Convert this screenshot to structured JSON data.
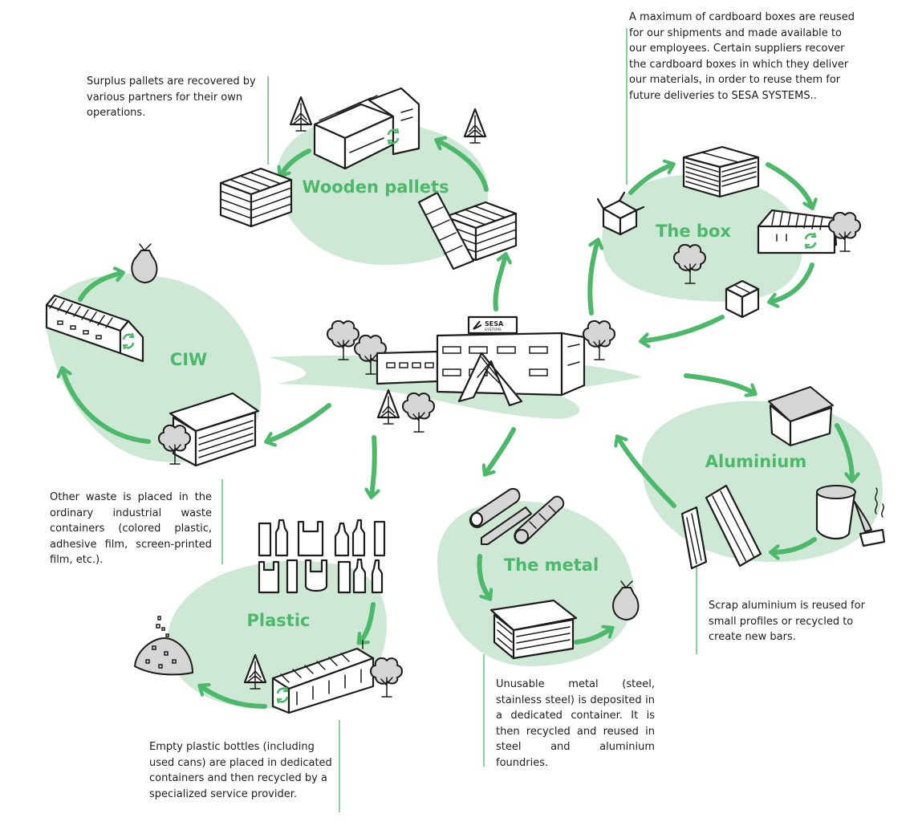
{
  "diagram": {
    "center": {
      "name": "SESA SYSTEMS headquarters",
      "sign_title": "SESA",
      "sign_subtitle": "SYSTEMS"
    },
    "sections": [
      {
        "id": "wooden-pallets",
        "label": "Wooden pallets",
        "description": "Surplus pallets are recovered by various partners for their own operations.",
        "steps": [
          "pallet-stack-icon",
          "recycling-plant-icon",
          "leaning-pallets-icon"
        ]
      },
      {
        "id": "box",
        "label": "The box",
        "description": "A maximum of cardboard boxes are reused for our shipments and made available to our employees. Certain suppliers recover the cardboard boxes in which they deliver our materials, in order to reuse them for future deliveries to SESA SYSTEMS..",
        "steps": [
          "open-box-icon",
          "flattened-cardboard-icon",
          "recycling-plant-icon",
          "closed-box-icon"
        ]
      },
      {
        "id": "ciw",
        "label": "CIW",
        "description": "Other waste is placed in the ordinary industrial waste containers (colored plastic, adhesive film, screen-printed film, etc.).",
        "steps": [
          "waste-container-icon",
          "recycling-plant-icon",
          "trash-bag-icon"
        ]
      },
      {
        "id": "plastic",
        "label": "Plastic",
        "description": "Empty plastic bottles (including used cans) are placed in dedicated containers and then recycled by a specialized service provider.",
        "steps": [
          "bottles-and-bags-icon",
          "recycling-plant-icon",
          "plastic-pellets-icon"
        ]
      },
      {
        "id": "metal",
        "label": "The metal",
        "description": "Unusable metal (steel, stainless steel) is deposited in a dedicated container. It is then recycled and reused in steel and aluminium foundries.",
        "steps": [
          "metal-bars-icon",
          "metal-container-icon",
          "trash-bag-icon"
        ]
      },
      {
        "id": "aluminium",
        "label": "Aluminium",
        "description": "Scrap aluminium is reused for small profiles or recycled to create new bars.",
        "steps": [
          "scrap-bin-icon",
          "smelting-crucible-icon",
          "aluminium-profiles-icon"
        ]
      }
    ],
    "colors": {
      "accent_green": "#4cb86a",
      "blob_green": "#cde8d4",
      "leader_green": "#5dbb73",
      "ink": "#1d1d1b"
    }
  }
}
